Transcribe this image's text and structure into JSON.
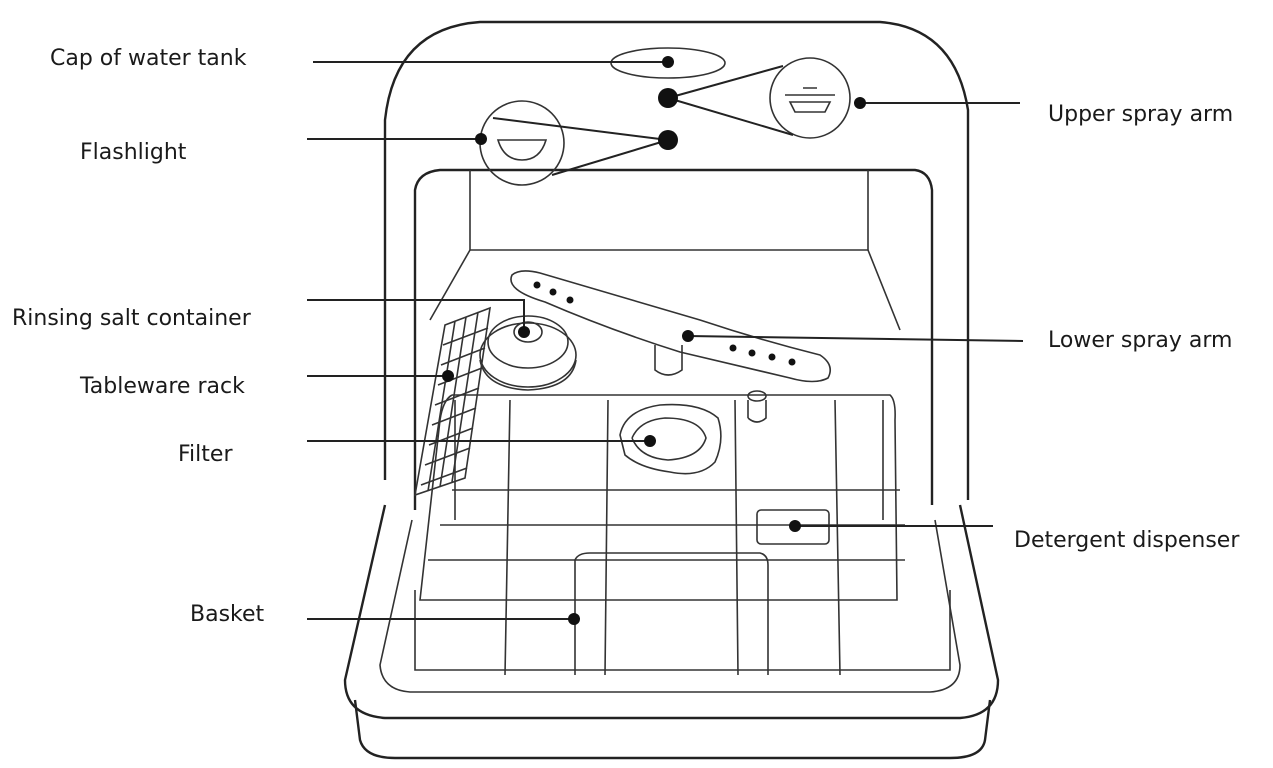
{
  "labels": {
    "cap_of_water_tank": "Cap of water tank",
    "flashlight": "Flashlight",
    "rinsing_salt_container": "Rinsing salt container",
    "tableware_rack": "Tableware rack",
    "filter": "Filter",
    "basket": "Basket",
    "upper_spray_arm": "Upper spray arm",
    "lower_spray_arm": "Lower spray arm",
    "detergent_dispenser": "Detergent dispenser"
  }
}
